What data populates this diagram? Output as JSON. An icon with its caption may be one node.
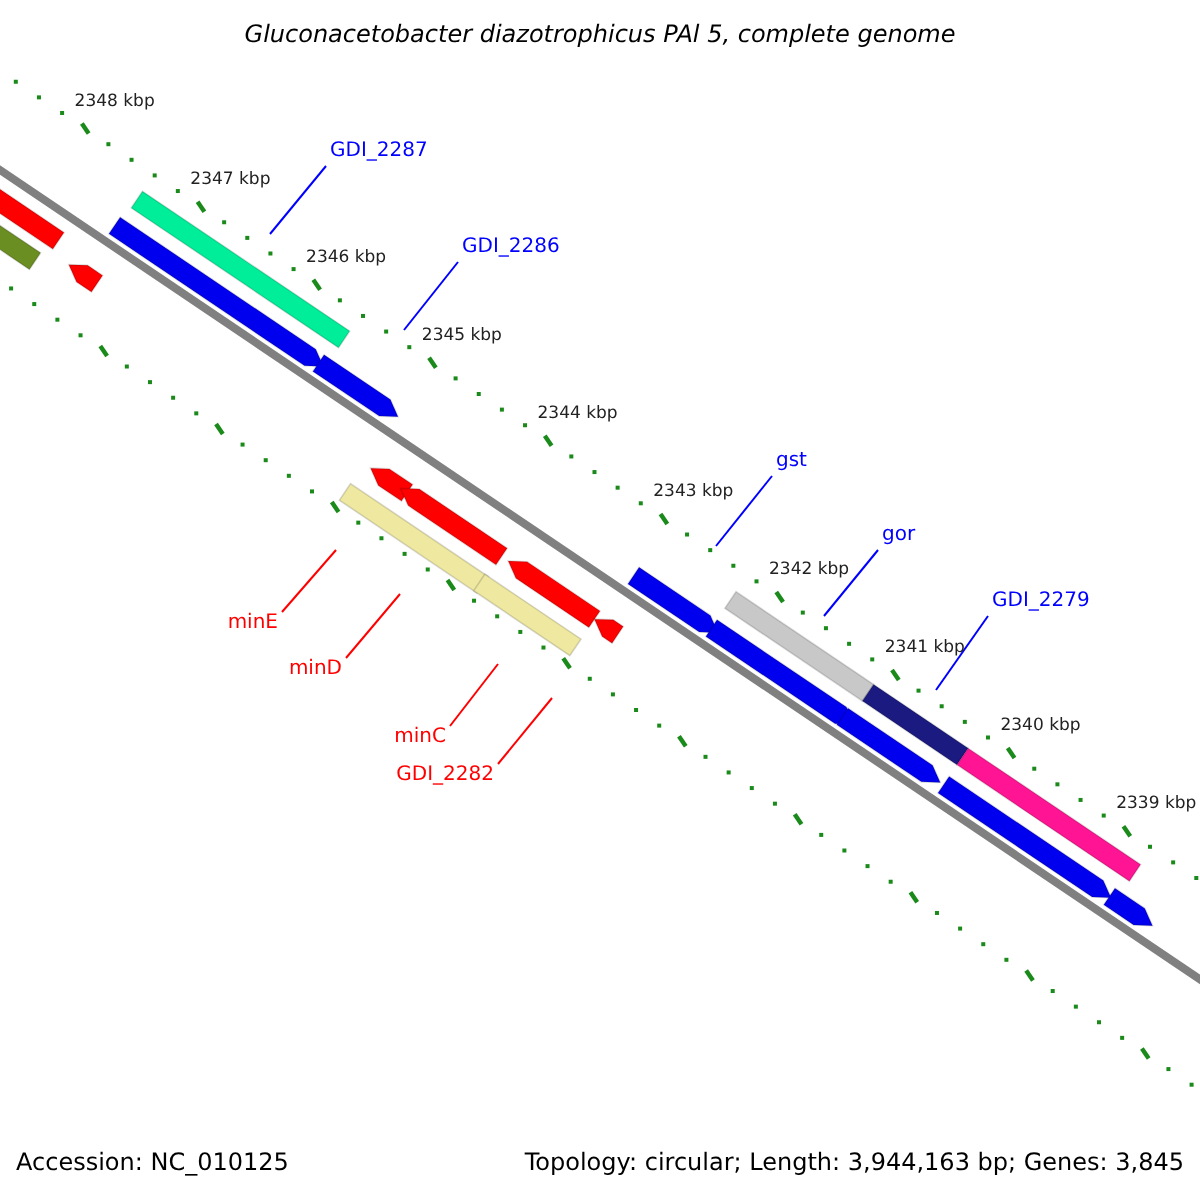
{
  "diagram": {
    "title": "Gluconacetobacter diazotrophicus PAl 5, complete genome",
    "nodes": [
      {
        "text": [
          "GDI_2287"
        ]
      },
      {
        "text": [
          "GDI_2286"
        ]
      },
      {
        "text": [
          "gst"
        ]
      },
      {
        "text": [
          "gor"
        ]
      },
      {
        "text": [
          "GDI_2279"
        ]
      },
      {
        "text": [
          "minE"
        ]
      },
      {
        "text": [
          "minD"
        ]
      },
      {
        "text": [
          "minC"
        ]
      },
      {
        "text": [
          "GDI_2282"
        ]
      }
    ],
    "edges": [
      {
        "from": 0,
        "to": null,
        "arrow": "none"
      },
      {
        "from": 1,
        "to": null,
        "arrow": "none"
      },
      {
        "from": 2,
        "to": null,
        "arrow": "none"
      },
      {
        "from": 3,
        "to": null,
        "arrow": "none"
      },
      {
        "from": 4,
        "to": null,
        "arrow": "none"
      },
      {
        "from": 5,
        "to": null,
        "arrow": "none",
        "color": "#ff0000"
      },
      {
        "from": 6,
        "to": null,
        "arrow": "none",
        "color": "#ff0000"
      },
      {
        "from": 7,
        "to": null,
        "arrow": "none",
        "color": "#ff0000"
      },
      {
        "from": 8,
        "to": null,
        "arrow": "none",
        "color": "#ff0000"
      }
    ],
    "labels": [
      "2348 kbp",
      "2347 kbp",
      "2346 kbp",
      "2345 kbp",
      "2344 kbp",
      "2343 kbp",
      "2342 kbp",
      "2341 kbp",
      "2340 kbp",
      "2339 kbp",
      "Accession: NC_010125",
      "Topology: circular; Length: 3,944,163 bp; Genes: 3,845"
    ]
  }
}
